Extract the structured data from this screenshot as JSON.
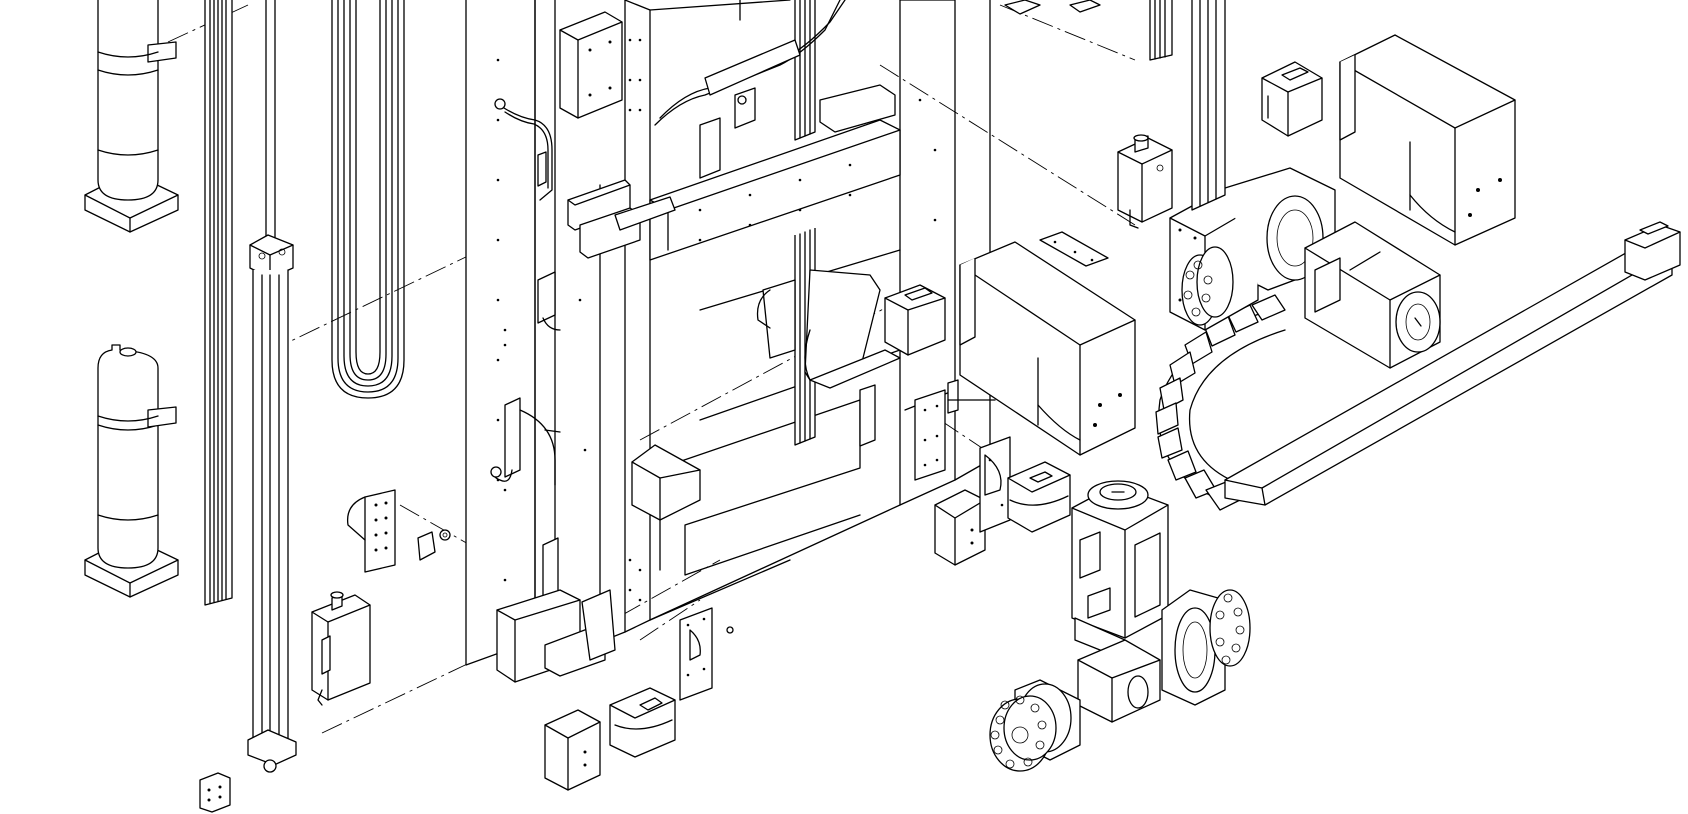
{
  "drawing": {
    "style": "isometric exploded line drawing",
    "stroke_color": "#000000",
    "background_color": "#ffffff",
    "components": [
      {
        "name": "gas-cylinder",
        "count": 2
      },
      {
        "name": "linear-guide-rail",
        "count": 3
      },
      {
        "name": "hydraulic-cylinder",
        "count": 1
      },
      {
        "name": "hose-loop",
        "count": 1
      },
      {
        "name": "mast-frame",
        "count": 1
      },
      {
        "name": "carriage-plate",
        "count": 1
      },
      {
        "name": "bracket",
        "count": 8
      },
      {
        "name": "sheet-metal-enclosure",
        "count": 2
      },
      {
        "name": "servo-motor",
        "count": 2
      },
      {
        "name": "gearbox",
        "count": 2
      },
      {
        "name": "drive-sprocket",
        "count": 2
      },
      {
        "name": "cable-chain",
        "count": 1
      },
      {
        "name": "cable-duct",
        "count": 1
      },
      {
        "name": "proximity-sensor",
        "count": 2
      }
    ]
  }
}
